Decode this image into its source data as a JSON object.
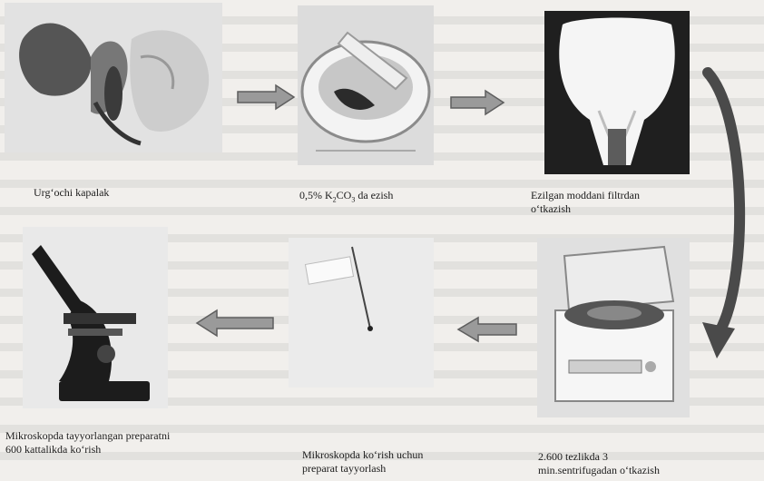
{
  "steps": [
    {
      "id": "butterfly",
      "caption": "Urg‘ochi kapalak",
      "image": "butterfly-photo"
    },
    {
      "id": "mortar",
      "caption_parts": [
        "0,5% K",
        "2",
        "CO",
        "3",
        " da ezish"
      ],
      "image": "mortar-pestle-photo"
    },
    {
      "id": "filter",
      "caption_lines": [
        "Ezilgan moddani filtrdan",
        "o‘tkazish"
      ],
      "image": "filter-funnel-photo"
    },
    {
      "id": "centrifuge",
      "caption_lines": [
        "2.600 tezlikda 3",
        "min.sentrifugadan o‘tkazish"
      ],
      "image": "centrifuge-photo"
    },
    {
      "id": "slide",
      "caption_lines": [
        "Mikroskopda ko‘rish uchun",
        "preparat tayyorlash"
      ],
      "image": "slide-preparation-photo"
    },
    {
      "id": "microscope",
      "caption_lines": [
        "Mikroskopda tayyorlangan preparatni",
        "600 kattalikda ko‘rish"
      ],
      "image": "microscope-photo"
    }
  ],
  "colors": {
    "arrow_fill": "#9a9a9a",
    "arrow_stroke": "#5e5e5e",
    "curve": "#4a4a4a"
  }
}
